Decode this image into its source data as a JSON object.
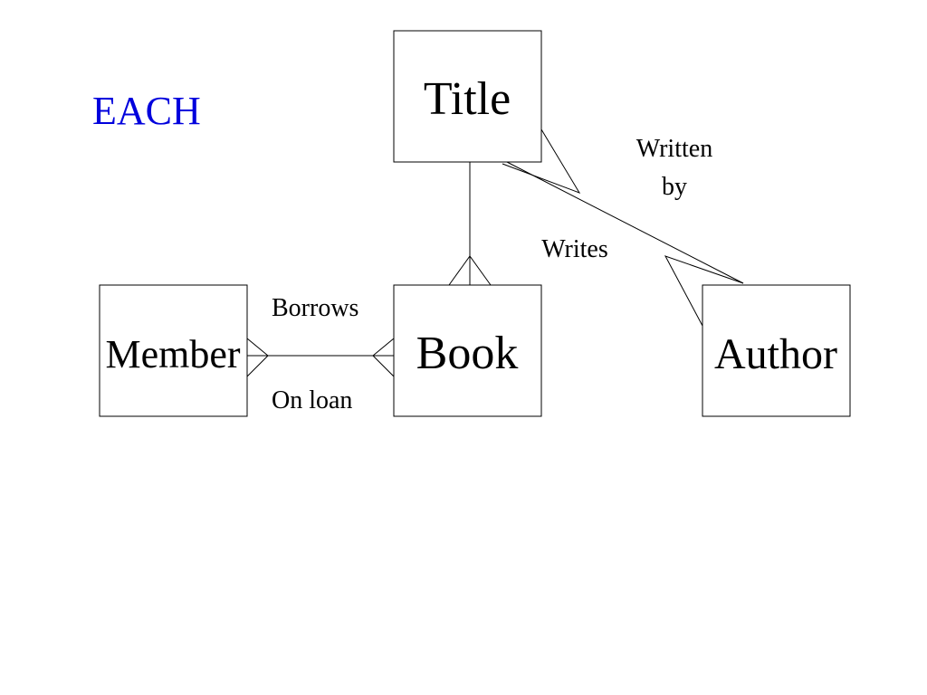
{
  "heading": {
    "text": "EACH",
    "color": "#0000dd"
  },
  "entities": {
    "title": "Title",
    "book": "Book",
    "member": "Member",
    "author": "Author"
  },
  "relationships": {
    "member_book_top": "Borrows",
    "member_book_bottom": "On loan",
    "title_author_upper_line1": "Written",
    "title_author_upper_line2": "by",
    "title_author_lower": "Writes"
  },
  "colors": {
    "line": "#000000",
    "text": "#000000",
    "background": "#ffffff"
  }
}
